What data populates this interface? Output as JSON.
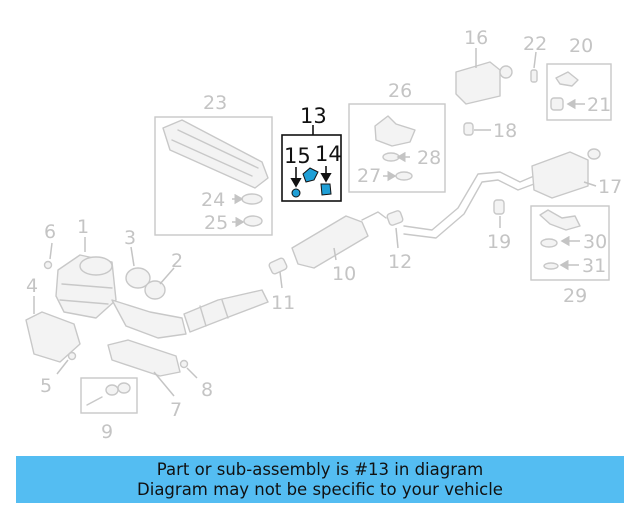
{
  "colors": {
    "banner_background": "#54bdf2",
    "highlight_part": "#1f9fd6",
    "dimmed_parts": "#c8c8c8"
  },
  "diagram": {
    "highlighted_callout": "13",
    "callouts": {
      "c1": "1",
      "c2": "2",
      "c3": "3",
      "c4": "4",
      "c5": "5",
      "c6": "6",
      "c7": "7",
      "c8": "8",
      "c9": "9",
      "c10": "10",
      "c11": "11",
      "c12": "12",
      "c13": "13",
      "c14": "14",
      "c15": "15",
      "c16": "16",
      "c17": "17",
      "c18": "18",
      "c19": "19",
      "c20": "20",
      "c21": "21",
      "c22": "22",
      "c23": "23",
      "c24": "24",
      "c25": "25",
      "c26": "26",
      "c27": "27",
      "c28": "28",
      "c29": "29",
      "c30": "30",
      "c31": "31"
    }
  },
  "banner": {
    "line1": "Part or sub-assembly is #13 in diagram",
    "line2": "Diagram may not be specific to your vehicle"
  }
}
